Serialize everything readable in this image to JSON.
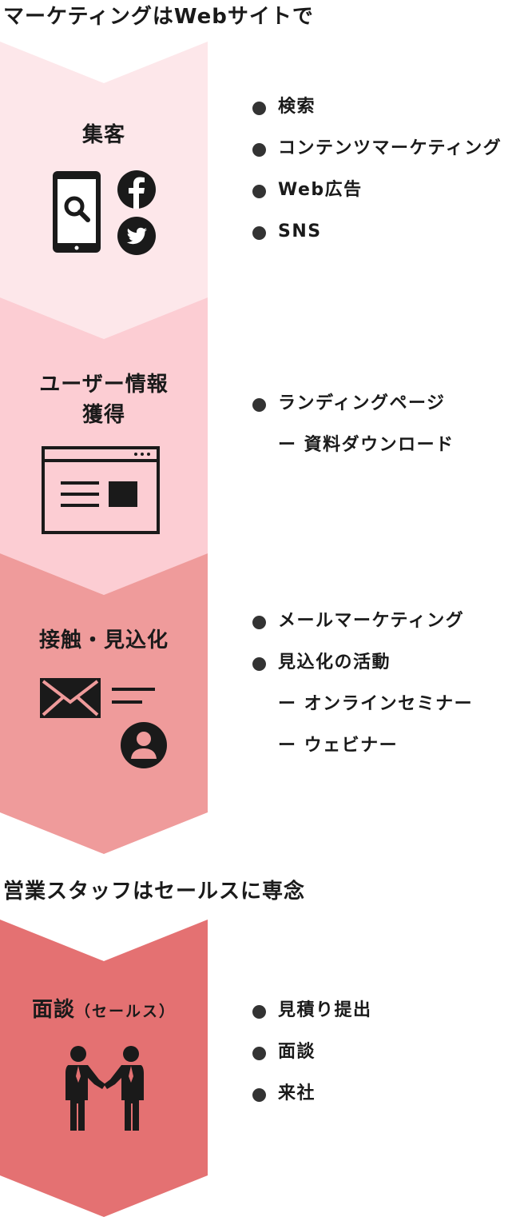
{
  "marketing_heading": "マーケティングはWebサイトで",
  "sales_heading": "営業スタッフはセールスに専念",
  "colors": {
    "stage1": "#fde7ea",
    "stage2": "#fccdd3",
    "stage3": "#ef9b9b",
    "stage4": "#e47172",
    "ink": "#1a1a1a",
    "bullet": "#333333"
  },
  "stages": [
    {
      "title": "集客",
      "icons": [
        "smartphone-search-icon",
        "facebook-icon",
        "twitter-icon"
      ],
      "items": [
        {
          "marker": "bullet",
          "text": "検索"
        },
        {
          "marker": "bullet",
          "text": "コンテンツマーケティング"
        },
        {
          "marker": "bullet",
          "text": "Web広告"
        },
        {
          "marker": "bullet",
          "text": "SNS"
        }
      ]
    },
    {
      "title_line1": "ユーザー情報",
      "title_line2": "獲得",
      "icons": [
        "landing-page-icon"
      ],
      "items": [
        {
          "marker": "bullet",
          "text": "ランディングページ"
        },
        {
          "marker": "dash",
          "text": "ー 資料ダウンロード"
        }
      ]
    },
    {
      "title": "接触・見込化",
      "icons": [
        "envelope-icon",
        "text-lines-icon",
        "user-icon"
      ],
      "items": [
        {
          "marker": "bullet",
          "text": "メールマーケティング"
        },
        {
          "marker": "bullet",
          "text": "見込化の活動"
        },
        {
          "marker": "dash",
          "text": "ー オンラインセミナー"
        },
        {
          "marker": "dash",
          "text": "ー ウェビナー"
        }
      ]
    },
    {
      "title": "面談",
      "title_suffix": "（セールス）",
      "icons": [
        "handshake-icon"
      ],
      "items": [
        {
          "marker": "bullet",
          "text": "見積り提出"
        },
        {
          "marker": "bullet",
          "text": "面談"
        },
        {
          "marker": "bullet",
          "text": "来社"
        }
      ]
    }
  ]
}
